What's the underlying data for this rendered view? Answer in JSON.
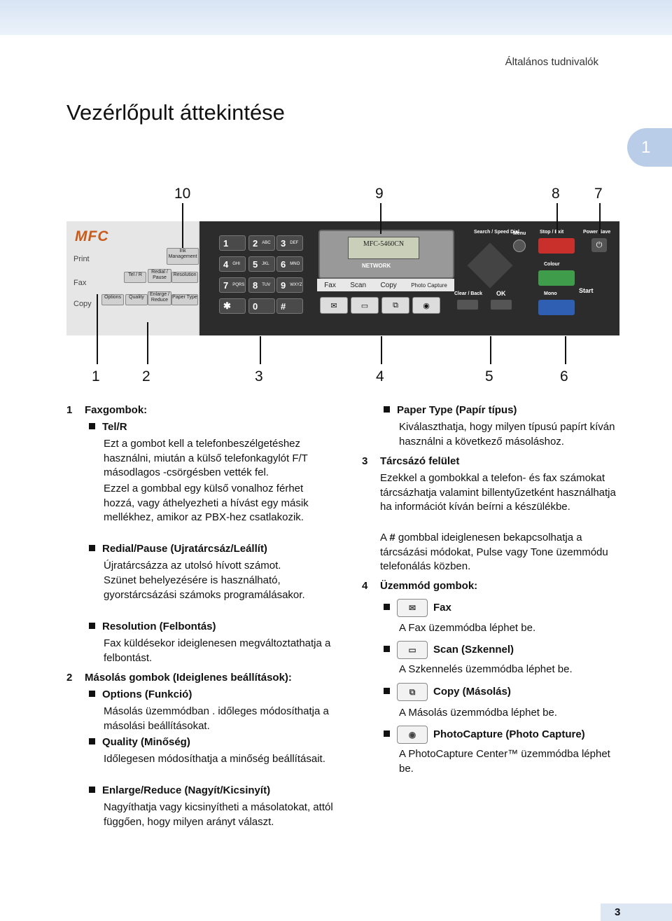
{
  "header": {
    "running_head": "Általános tudnivalók",
    "chapter": "1"
  },
  "title": "Vezérlőpult áttekintése",
  "figure": {
    "top_numbers": [
      "10",
      "9",
      "8",
      "7"
    ],
    "bottom_numbers": [
      "1",
      "2",
      "3",
      "4",
      "5",
      "6"
    ],
    "panel": {
      "logo": "MFC",
      "modes": [
        "Print",
        "Fax",
        "Copy"
      ],
      "ink_management": "Ink Management",
      "tel_r": "Tel / R",
      "redial_pause": "Redial / Pause",
      "resolution": "Resolution",
      "options": "Options",
      "quality": "Quality",
      "enlarge_reduce": "Enlarge / Reduce",
      "paper_type": "Paper Type",
      "keys": [
        {
          "d": "1",
          "s": ""
        },
        {
          "d": "2",
          "s": "ABC"
        },
        {
          "d": "3",
          "s": "DEF"
        },
        {
          "d": "4",
          "s": "GHI"
        },
        {
          "d": "5",
          "s": "JKL"
        },
        {
          "d": "6",
          "s": "MNO"
        },
        {
          "d": "7",
          "s": "PQRS"
        },
        {
          "d": "8",
          "s": "TUV"
        },
        {
          "d": "9",
          "s": "WXYZ"
        },
        {
          "d": "✱",
          "s": ""
        },
        {
          "d": "0",
          "s": ""
        },
        {
          "d": "#",
          "s": ""
        }
      ],
      "model": "MFC-5460CN",
      "network": "NETWORK",
      "mode_labels": [
        "Fax",
        "Scan",
        "Copy",
        "Photo Capture"
      ],
      "search_speed_dial": "Search / Speed Dial",
      "menu": "Menu",
      "clear_back": "Clear / Back",
      "ok": "OK",
      "stop_exit": "Stop / Exit",
      "power_save": "Power Save",
      "colour": "Colour",
      "mono": "Mono",
      "start": "Start"
    }
  },
  "left_column": {
    "s1_num": "1",
    "s1_title": "Faxgombok:",
    "tel_r_title": "Tel/R",
    "tel_r_p1": "Ezt a gombot kell a telefonbeszélgetéshez használni, miután a külső telefonkagylót F/T másodlagos -csörgésben vették fel.",
    "tel_r_p2": "Ezzel a gombbal egy külső vonalhoz férhet hozzá, vagy áthelyezheti a hívást egy másik mellékhez, amikor az PBX-hez csatlakozik.",
    "redial_title": "Redial/Pause (Ujratárcsáz/Leállít)",
    "redial_p1": "Újratárcsázza az utolsó hívott számot.",
    "redial_p2": "Szünet behelyezésére is használható, gyorstárcsázási számoks programálásakor.",
    "resolution_title": "Resolution (Felbontás)",
    "resolution_p": "Fax küldésekor ideiglenesen megváltoztathatja a felbontást.",
    "s2_num": "2",
    "s2_title": "Másolás gombok (Ideiglenes beállítások):",
    "options_title": "Options (Funkció)",
    "options_p": " Másolás üzemmódban . időleges módosíthatja a másolási beállításokat.",
    "quality_title": "Quality (Minőség)",
    "quality_p": "Időlegesen módosíthatja a minőség beállításait.",
    "enlarge_title": "Enlarge/Reduce (Nagyít/Kicsinyít)",
    "enlarge_p": "Nagyíthatja vagy kicsinyítheti a másolatokat, attól függően, hogy milyen arányt választ."
  },
  "right_column": {
    "paper_title": "Paper Type (Papír típus)",
    "paper_p": "Kiválaszthatja, hogy milyen típusú papírt kíván használni a következő másoláshoz.",
    "s3_num": "3",
    "s3_title": "Tárcsázó felület",
    "s3_p1": "Ezekkel a gombokkal a telefon- és fax számokat tárcsázhatja valamint billentyűzetként használhatja ha információt kíván beírni a készülékbe.",
    "s3_p2_pre": "A ",
    "s3_p2_hash": "#",
    "s3_p2_post": " gombbal ideiglenesen bekapcsolhatja a tárcsázási módokat, Pulse vagy Tone üzemmódu telefonálás közben.",
    "s4_num": "4",
    "s4_title": "Üzemmód gombok:",
    "fax_title": "Fax",
    "fax_p": "A Fax üzemmódba léphet be.",
    "scan_title": "Scan (Szkennel)",
    "scan_p": "A Szkennelés üzemmódba léphet be.",
    "copy_title": "Copy (Másolás)",
    "copy_p": "A Másolás üzemmódba léphet be.",
    "photo_title": "PhotoCapture (Photo Capture)",
    "photo_p": "A PhotoCapture Center™ üzemmódba léphet be."
  },
  "footer": {
    "page_number": "3"
  }
}
